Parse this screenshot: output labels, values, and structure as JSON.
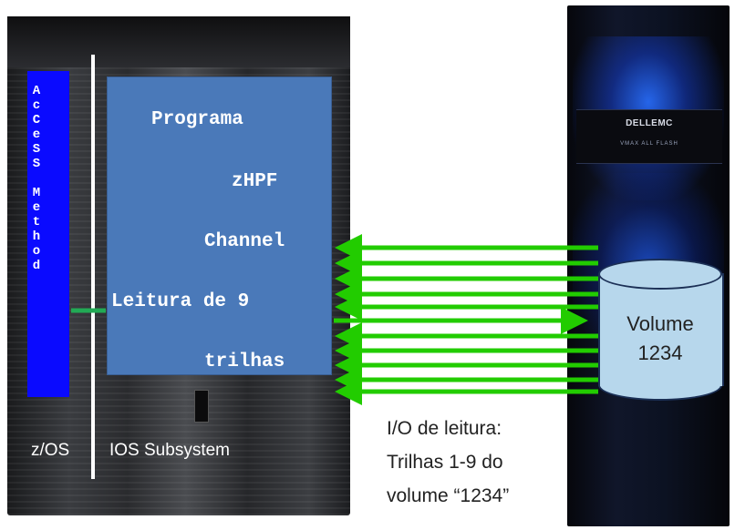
{
  "access_method": {
    "letters": [
      "A",
      "c",
      "C",
      "e",
      "S",
      "S",
      "",
      "M",
      "e",
      "t",
      "h",
      "o",
      "d"
    ]
  },
  "ios_box": {
    "line1": "Programa",
    "line2": "zHPF",
    "line3": "Channel",
    "line4": "Leitura de 9",
    "line5": "trilhas"
  },
  "labels": {
    "zos": "z/OS",
    "ios_subsystem": "IOS Subsystem"
  },
  "io_note": {
    "line1": "I/O de leitura:",
    "line2": "Trilhas 1-9 do",
    "line3": "volume “1234”"
  },
  "volume": {
    "line1": "Volume",
    "line2": "1234"
  },
  "storage_brand": {
    "logo": "DELLEMC",
    "model": "VMAX ALL FLASH"
  },
  "colors": {
    "arrow_green": "#22cc00",
    "access_blue": "#0a0aff",
    "ios_box_blue": "#4a79b9",
    "volume_fill": "#b7d7ec"
  }
}
